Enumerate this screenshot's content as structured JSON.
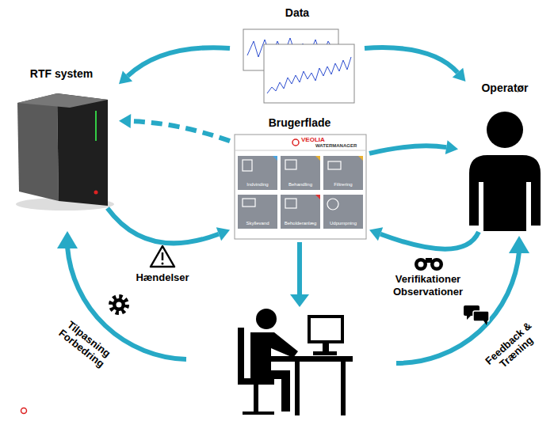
{
  "diagram": {
    "nodes": [
      {
        "text": [
          "Data"
        ]
      },
      {
        "text": [
          "RTF system"
        ]
      },
      {
        "text": [
          "Operatør"
        ]
      },
      {
        "text": [
          "Brugerflade"
        ]
      }
    ],
    "edges": [
      {
        "from": 0,
        "to": 1,
        "arrow": "to"
      },
      {
        "from": 0,
        "to": 2,
        "arrow": "to"
      },
      {
        "from": 3,
        "to": 1,
        "arrow": "to"
      },
      {
        "from": 3,
        "to": 2,
        "arrow": "to"
      },
      {
        "from": 1,
        "to": 3,
        "arrow": "to",
        "label": "Hændelser"
      },
      {
        "from": 2,
        "to": 3,
        "arrow": "to",
        "label": "Verifikationer Observationer"
      }
    ],
    "labels": [
      "VEOLIA",
      "WATERMANAGER",
      "Indvinding",
      "Behandling",
      "Filtrering",
      "Skyllevand",
      "Beholderanlæg",
      "Udpumpning",
      "Tilpasning Forbedring",
      "Feedback & Træning"
    ]
  }
}
